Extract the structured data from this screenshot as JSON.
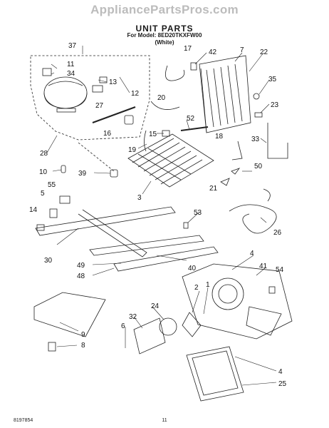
{
  "watermark": "AppliancePartsPros.com",
  "header": {
    "title": "UNIT PARTS",
    "model": "For Model: 8ED20TKXFW00",
    "color": "(White)"
  },
  "callouts": [
    "37",
    "17",
    "42",
    "7",
    "22",
    "11",
    "34",
    "13",
    "12",
    "35",
    "20",
    "27",
    "23",
    "52",
    "16",
    "15",
    "18",
    "28",
    "33",
    "19",
    "10",
    "39",
    "50",
    "3",
    "21",
    "55",
    "5",
    "53",
    "14",
    "26",
    "30",
    "49",
    "40",
    "4",
    "48",
    "41",
    "54",
    "2",
    "1",
    "32",
    "24",
    "9",
    "6",
    "8",
    "25"
  ],
  "footer": {
    "doc_number": "8197854",
    "page_number": "11"
  }
}
